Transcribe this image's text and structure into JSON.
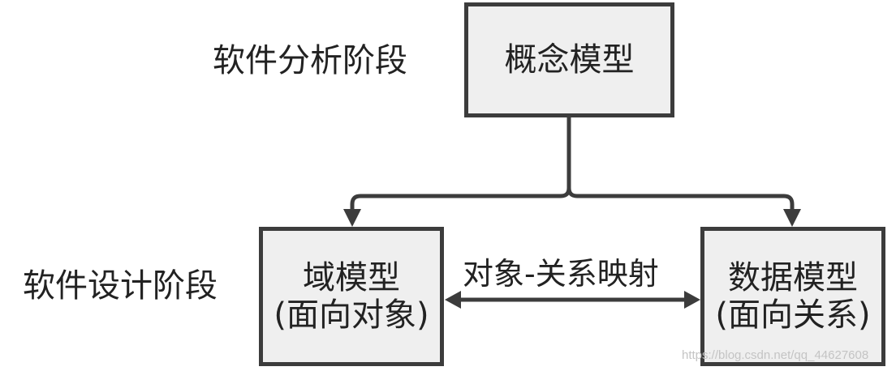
{
  "stages": {
    "analysis": "软件分析阶段",
    "design": "软件设计阶段"
  },
  "nodes": {
    "concept": {
      "label": "概念模型"
    },
    "domain": {
      "line1": "域模型",
      "line2": "(面向对象)"
    },
    "data": {
      "line1": "数据模型",
      "line2": "(面向关系)"
    }
  },
  "edges": {
    "mapping_label": "对象-关系映射"
  },
  "watermark": "https://blog.csdn.net/qq_44627608",
  "colors": {
    "box_fill": "#efefef",
    "box_border": "#3c3c3c",
    "line": "#3c3c3c",
    "text": "#222222"
  }
}
